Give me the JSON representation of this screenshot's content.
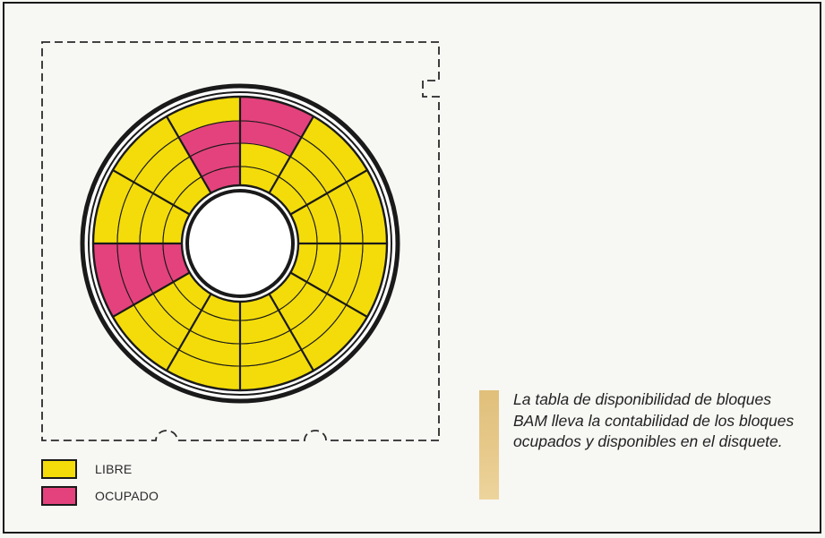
{
  "legend": [
    {
      "label": "LIBRE",
      "color": "#f3dc0a"
    },
    {
      "label": "OCUPADO",
      "color": "#e4427c"
    }
  ],
  "caption": "La tabla de disponibilidad de bloques BAM lleva la contabilidad de los bloques ocupados y disponibles en el disquete.",
  "diagram": {
    "sectors": 12,
    "tracks": 4,
    "occupied_blocks": [
      {
        "sector": 0,
        "track": 0
      },
      {
        "sector": 0,
        "track": 1
      },
      {
        "sector": 11,
        "track": 1
      },
      {
        "sector": 11,
        "track": 2
      },
      {
        "sector": 11,
        "track": 3
      },
      {
        "sector": 8,
        "track": 0
      },
      {
        "sector": 8,
        "track": 1
      },
      {
        "sector": 8,
        "track": 2
      },
      {
        "sector": 8,
        "track": 3
      }
    ],
    "colors": {
      "free": "#f3dc0a",
      "occupied": "#e4427c",
      "line": "#1a1a1a",
      "frame": "#2a2a2a"
    }
  }
}
